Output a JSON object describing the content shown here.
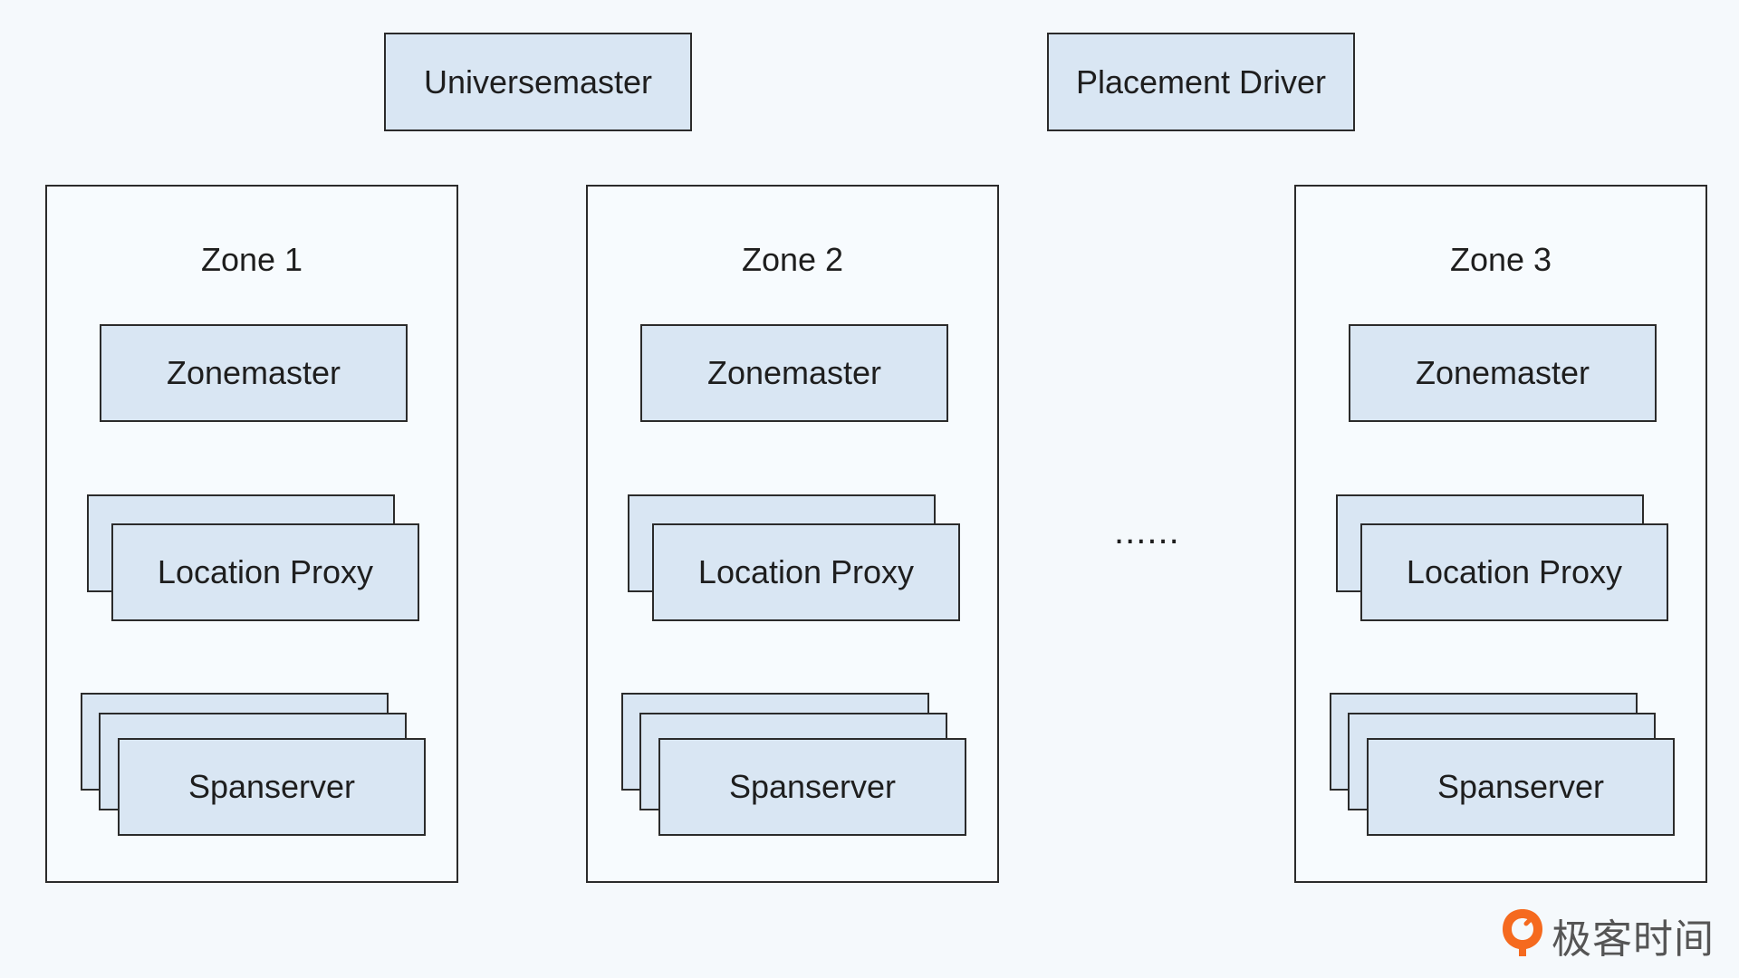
{
  "top": {
    "universemaster_label": "Universemaster",
    "placement_driver_label": "Placement Driver"
  },
  "zones": [
    {
      "label": "Zone 1",
      "zonemaster_label": "Zonemaster",
      "location_proxy_label": "Location Proxy",
      "spanserver_label": "Spanserver"
    },
    {
      "label": "Zone 2",
      "zonemaster_label": "Zonemaster",
      "location_proxy_label": "Location Proxy",
      "spanserver_label": "Spanserver"
    },
    {
      "label": "Zone 3",
      "zonemaster_label": "Zonemaster",
      "location_proxy_label": "Location Proxy",
      "spanserver_label": "Spanserver"
    }
  ],
  "ellipsis": "......",
  "logo": {
    "text": "极客时间",
    "icon": "geektime-logo-icon",
    "accent_color": "#f56a1f"
  },
  "colors": {
    "box_fill": "#d9e6f3",
    "border": "#2b2b2b",
    "background": "#f5f9fc"
  }
}
